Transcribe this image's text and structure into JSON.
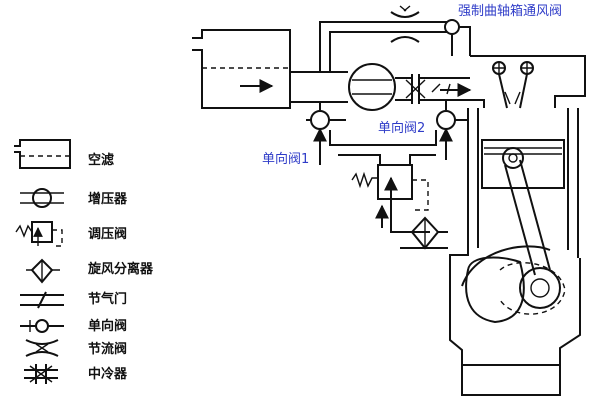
{
  "labels": {
    "crankcase_vent_valve": "强制曲轴箱通风阀",
    "check_valve_2": "单向阀2",
    "check_valve_1": "单向阀1"
  },
  "legend": [
    {
      "symbol": "air-filter-symbol",
      "label": "空滤"
    },
    {
      "symbol": "turbocharger-symbol",
      "label": "增压器"
    },
    {
      "symbol": "pressure-regulator-symbol",
      "label": "调压阀"
    },
    {
      "symbol": "cyclone-separator-symbol",
      "label": "旋风分离器"
    },
    {
      "symbol": "throttle-symbol",
      "label": "节气门"
    },
    {
      "symbol": "check-valve-symbol",
      "label": "单向阀"
    },
    {
      "symbol": "flow-restrictor-symbol",
      "label": "节流阀"
    },
    {
      "symbol": "intercooler-symbol",
      "label": "中冷器"
    }
  ],
  "colors": {
    "line": "#111111",
    "label_blue": "#2f3cc8"
  }
}
